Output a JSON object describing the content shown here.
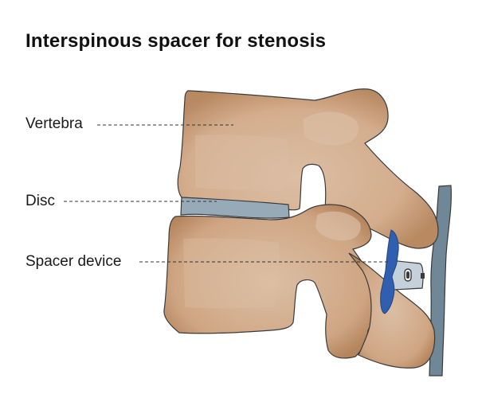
{
  "title": "Interspinous spacer for stenosis",
  "labels": {
    "vertebra": "Vertebra",
    "disc": "Disc",
    "spacer": "Spacer device"
  },
  "colors": {
    "bone_fill": "#d0aa8a",
    "bone_light": "#dbbda3",
    "bone_shadow": "#b88860",
    "outline": "#3a3a3a",
    "disc_fill": "#97aab8",
    "spacer_wing": "#2f5fae",
    "spacer_body": "#c4d0da",
    "rod_fill": "#6f8796",
    "leader_line": "#333333"
  }
}
